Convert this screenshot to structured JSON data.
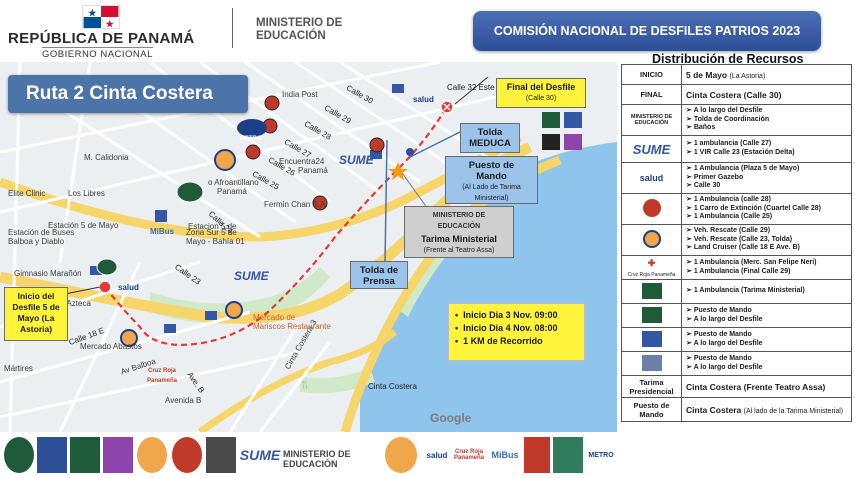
{
  "header": {
    "country": "REPÚBLICA DE PANAMÁ",
    "government": "GOBIERNO NACIONAL",
    "ministry_line1": "MINISTERIO DE",
    "ministry_line2": "EDUCACIÓN",
    "banner": "COMISIÓN NACIONAL DE DESFILES PATRIOS 2023"
  },
  "map": {
    "route_title": "Ruta 2  Cinta Costera",
    "final": {
      "title": "Final del Desfile",
      "sub": "(Calle 30)"
    },
    "tolda_meduca": {
      "line1": "Tolda",
      "line2": "MEDUCA"
    },
    "puesto_mando": {
      "line1": "Puesto de",
      "line2": "Mando",
      "sub": "(Al Lado de Tarima Ministerial)"
    },
    "tarima": {
      "org1": "MINISTERIO DE",
      "org2": "EDUCACIÓN",
      "title": "Tarima Ministerial",
      "sub": "(Frente al Teatro Assa)"
    },
    "tolda_prensa": {
      "line1": "Tolda de",
      "line2": "Prensa"
    },
    "inicio": {
      "line1": "Inicio del",
      "line2": "Desfile 5 de",
      "line3": "Mayo (La",
      "line4": "Astoria)"
    },
    "schedule": [
      "Inicio Dia 3 Nov. 09:00",
      "Inicio Dia 4 Nov. 08:00",
      "1 KM de Recorrido"
    ],
    "streets": {
      "calle30": "Calle 30",
      "calle29": "Calle 29",
      "calle28": "Calle 28",
      "calle27": "Calle 27",
      "calle26": "Calle 26",
      "calle25": "Calle 25",
      "calle32": "Calle 32 Este",
      "calle24": "Calle 24",
      "calle23": "Calle 23",
      "calle18e": "Calle 18 E",
      "aveb": "Ave. B",
      "avbalboa": "Av Balboa",
      "cintacostera": "Cinta Costera",
      "cintacostera3": "Cinta Costera 3",
      "avenidab": "Avenida B"
    },
    "places": {
      "indiapost": "India Post",
      "calidonia": "M. Calidonia",
      "eliteclinic": "Elite Clinic",
      "loslibres": "Los Libres",
      "afroantillano": "o Afroantillano",
      "panama": "Panamá",
      "encuentra": "Encuentra24",
      "panama2": "Panamá",
      "fermin": "Fermin Chan S.A.",
      "estacion5": "Estación 5 de Mayo",
      "estacion5b": "Estacion 5 de",
      "buses": "Estación de Buses",
      "balboa": "Balboa y Diablo",
      "zona": "Zona Sur 5 de",
      "mayo": "Mayo - Bahía 01",
      "mibus": "MiBus",
      "gimnasio": "Gimnasio Marañón",
      "azteca": "cion Azteca",
      "mercado": "Mercado de",
      "mariscos": "Mariscos Restaurante",
      "mercadoab": "Mercado Abastos",
      "martires": "Mártires",
      "metro": "METRO",
      "sume": "SUME",
      "salud": "salud",
      "cruzroja": "Cruz Roja Panameña"
    },
    "google": "Google"
  },
  "distribution": {
    "title": "Distribución de Recursos",
    "rows": [
      {
        "key": "INICIO",
        "value": "5 de Mayo",
        "value_note": "(La Astoria)"
      },
      {
        "key": "FINAL",
        "value": "Cinta Costera (Calle 30)",
        "value_note": ""
      },
      {
        "key": "MINISTERIO DE EDUCACIÓN",
        "items": [
          "A lo largo del Desfile",
          "Tolda de Coordinación",
          "Baños"
        ]
      },
      {
        "key": "SUME",
        "items": [
          "1 ambulancia (Calle 27)",
          "1 VIR Calle 23 (Estación Delta)"
        ]
      },
      {
        "key": "salud",
        "items": [
          "1 Ambulancia (Plaza 5 de Mayo)",
          "Primer Gazebo",
          "Calle 30"
        ]
      },
      {
        "key": "bomberos",
        "items": [
          "1 Ambulancia (calle 28)",
          "1 Carro de Extinción (Cuartel Calle 28)",
          "1 Ambulancia (Calle 25)"
        ]
      },
      {
        "key": "sinaproc",
        "items": [
          "Veh. Rescate (Calle 29)",
          "Veh. Rescate (Calle 23, Tolda)",
          "Land Cruiser (Calle 18 E Ave. B)"
        ]
      },
      {
        "key": "Cruz Roja Panameña",
        "items": [
          "1 Ambulancia (Merc. San Felipe Neri)",
          "1 Ambulancia (Final Calle 29)"
        ]
      },
      {
        "key": "policia",
        "items": [
          "1 Ambulancia (Tarima Ministerial)"
        ]
      },
      {
        "key": "escudo1",
        "items": [
          "Puesto de Mando",
          "A lo largo del Desfile"
        ]
      },
      {
        "key": "escudo2",
        "items": [
          "Puesto de Mando",
          "A lo largo del Desfile"
        ]
      },
      {
        "key": "escudo3",
        "items": [
          "Puesto de Mando",
          "A lo largo del Desfile"
        ]
      },
      {
        "key": "Tarima Presidencial",
        "value": "Cinta Costera (Frente Teatro Assa)",
        "value_note": ""
      },
      {
        "key": "Puesto de Mando",
        "value": "Cinta Costera",
        "value_note": "(Al lado de la Tarima Ministerial)"
      }
    ]
  },
  "footer": {
    "ministry1": "MINISTERIO DE",
    "ministry2": "EDUCACIÓN",
    "sume": "SUME",
    "salud": "salud",
    "cruzroja": "Cruz Roja Panameña",
    "mibus": "MiBus",
    "metro": "METRO"
  },
  "colors": {
    "banner": "#2d4f98",
    "route_title": "#4d74a8",
    "yellow_callout": "#fff33b",
    "blue_callout": "#9cc3ea",
    "route_line": "#e53935",
    "water": "#8fc4ec"
  }
}
